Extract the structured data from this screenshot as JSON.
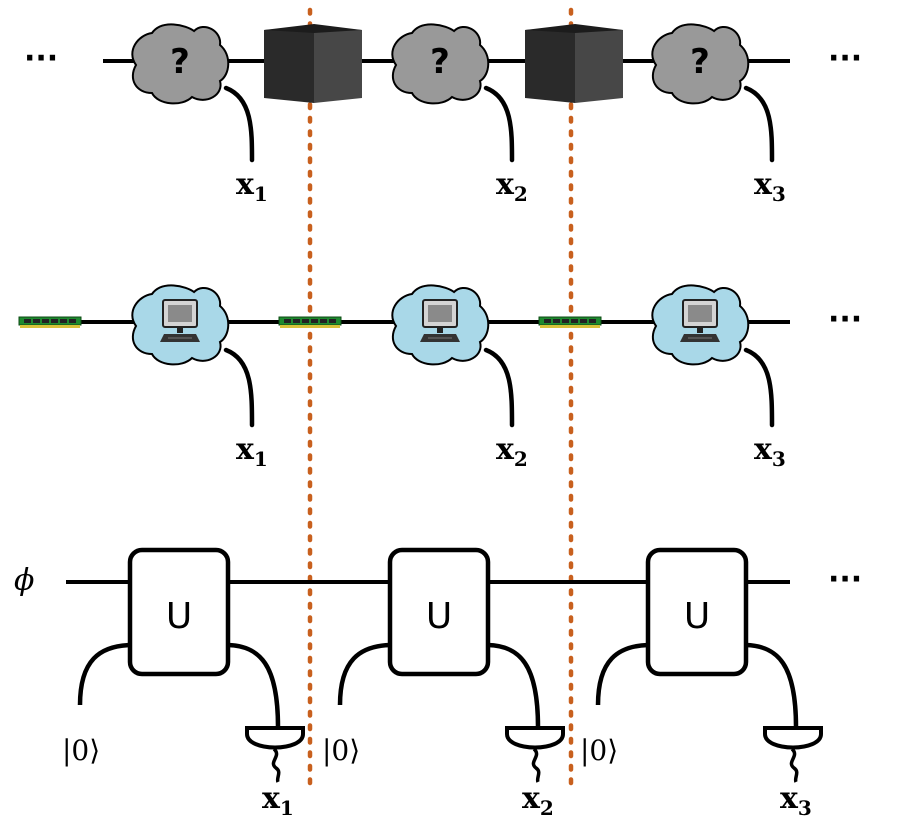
{
  "colors": {
    "wire": "#000000",
    "cloud_gray": "#999999",
    "cloud_blue": "#a9d8e8",
    "box_dark": "#3c3c3c",
    "divider": "#c8601e",
    "chip_green": "#1e8a2e",
    "chip_gold": "#d8c23a"
  },
  "ellipsis": "···",
  "rows": {
    "unknown": {
      "cloud_symbol": "?",
      "outputs": [
        {
          "base": "x",
          "sub": "1"
        },
        {
          "base": "x",
          "sub": "2"
        },
        {
          "base": "x",
          "sub": "3"
        }
      ],
      "icons": [
        "unknown-process-icon",
        "black-box-icon"
      ]
    },
    "classical": {
      "outputs": [
        {
          "base": "x",
          "sub": "1"
        },
        {
          "base": "x",
          "sub": "2"
        },
        {
          "base": "x",
          "sub": "3"
        }
      ],
      "icons": [
        "computer-icon",
        "memory-chip-icon"
      ]
    },
    "quantum": {
      "initial_state": "ϕ",
      "gate_label": "U",
      "ancilla_label": "|0⟩",
      "outputs": [
        {
          "base": "x",
          "sub": "1"
        },
        {
          "base": "x",
          "sub": "2"
        },
        {
          "base": "x",
          "sub": "3"
        }
      ],
      "icons": [
        "unitary-gate-icon",
        "measurement-meter-icon"
      ]
    }
  }
}
